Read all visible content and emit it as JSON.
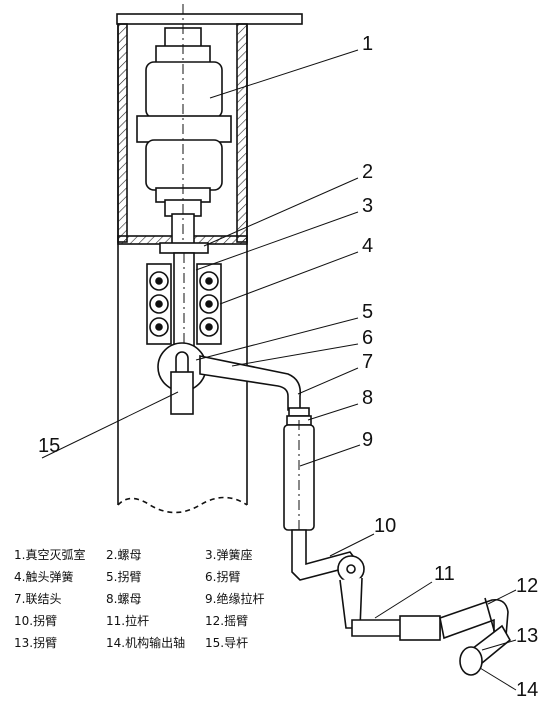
{
  "callouts": [
    "1",
    "2",
    "3",
    "4",
    "5",
    "6",
    "7",
    "8",
    "9",
    "10",
    "11",
    "12",
    "13",
    "14",
    "15"
  ],
  "legend": [
    "1.真空灭弧室",
    "2.螺母",
    "3.弹簧座",
    "4.触头弹簧",
    "5.拐臂",
    "6.拐臂",
    "7.联结头",
    "8.螺母",
    "9.绝缘拉杆",
    "10.拐臂",
    "11.拉杆",
    "12.摇臂",
    "13.拐臂",
    "14.机构输出轴",
    "15.导杆"
  ]
}
